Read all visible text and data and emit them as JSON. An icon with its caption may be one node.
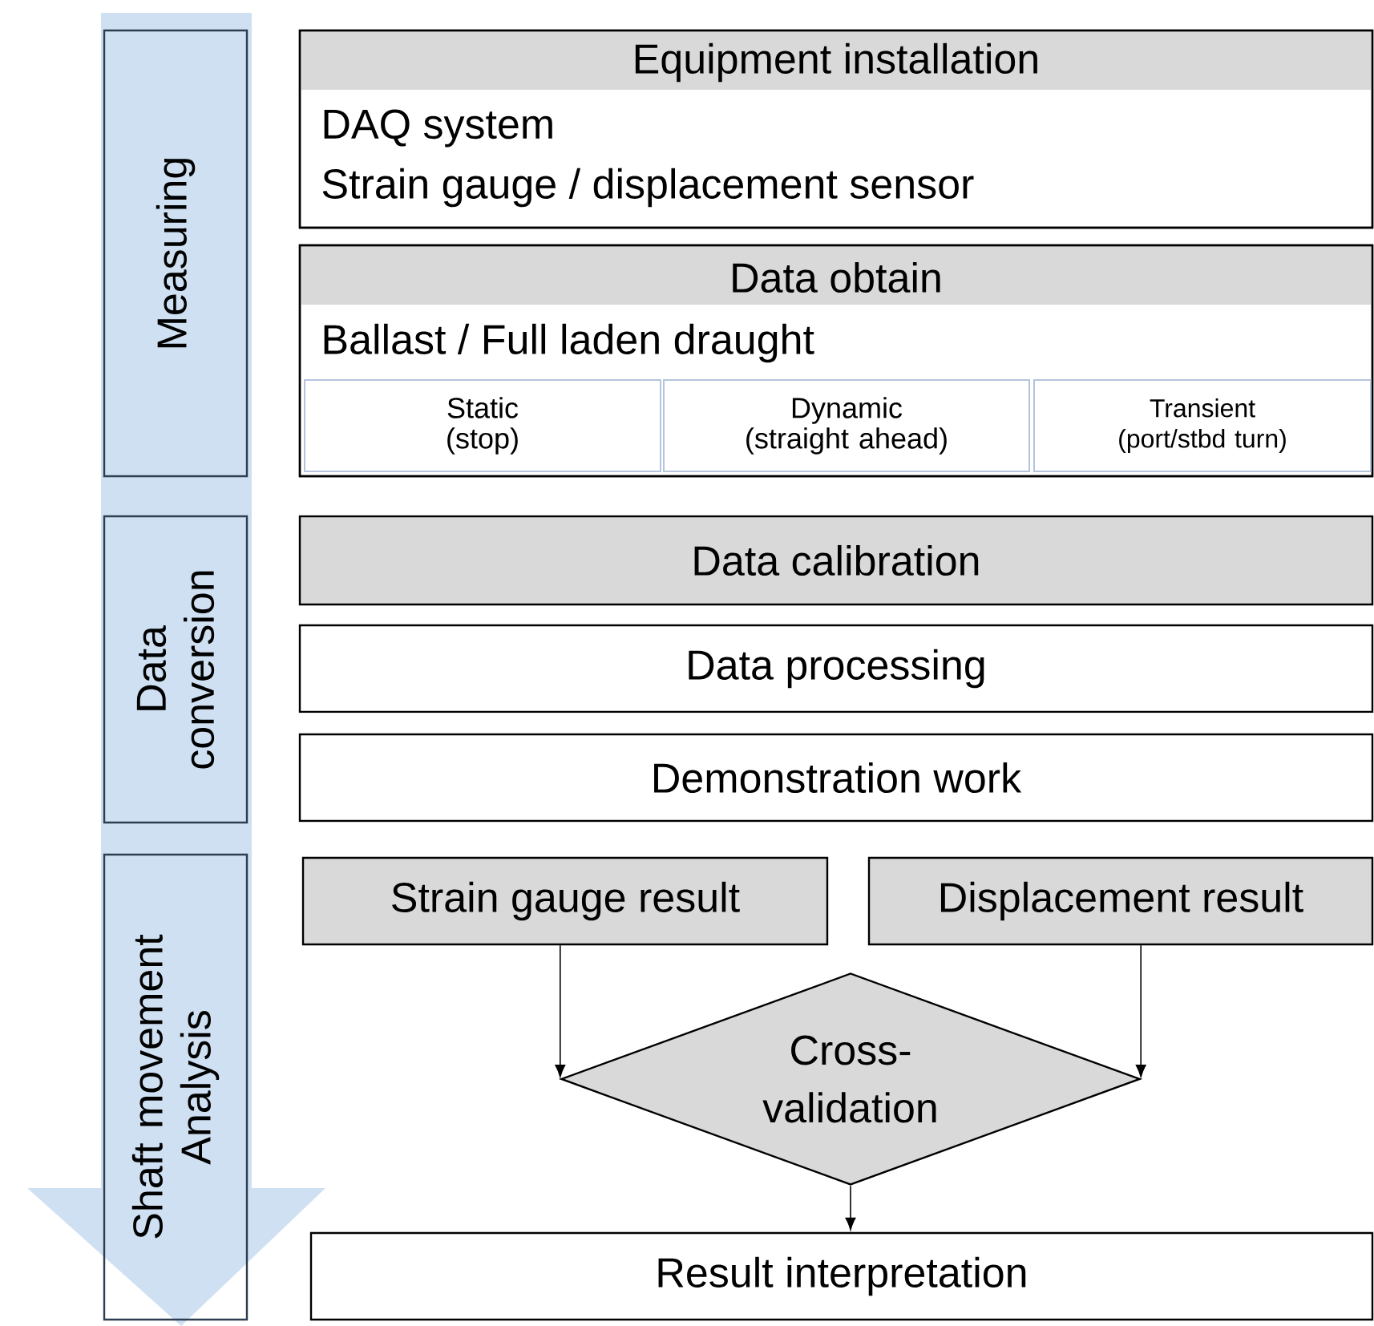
{
  "diagram": {
    "nodes": [
      {
        "text": [
          "Measuring"
        ]
      },
      {
        "text": [
          "Equipment installation",
          "DAQ system",
          "Strain gauge / displacement sensor"
        ]
      },
      {
        "text": [
          "Data obtain",
          "Ballast / Full laden draught"
        ]
      },
      {
        "text": [
          "Static (stop)"
        ],
        "in": 2
      },
      {
        "text": [
          "Dynamic (straight ahead)"
        ],
        "in": 2
      },
      {
        "text": [
          "Transient (port/stbd turn)"
        ],
        "in": 2
      },
      {
        "text": [
          "Data conversion"
        ]
      },
      {
        "text": [
          "Data calibration"
        ]
      },
      {
        "text": [
          "Data processing"
        ]
      },
      {
        "text": [
          "Demonstration work"
        ]
      },
      {
        "text": [
          "Shaft movement Analysis"
        ]
      },
      {
        "text": [
          "Strain gauge result"
        ]
      },
      {
        "text": [
          "Displacement result"
        ]
      },
      {
        "text": [
          "Cross-validation"
        ]
      },
      {
        "text": [
          "Result interpretation"
        ]
      }
    ],
    "edges": [
      {
        "from": 11,
        "to": 13,
        "arrow": "to"
      },
      {
        "from": 12,
        "to": 13,
        "arrow": "to"
      },
      {
        "from": 13,
        "to": 14,
        "arrow": "to"
      }
    ]
  }
}
